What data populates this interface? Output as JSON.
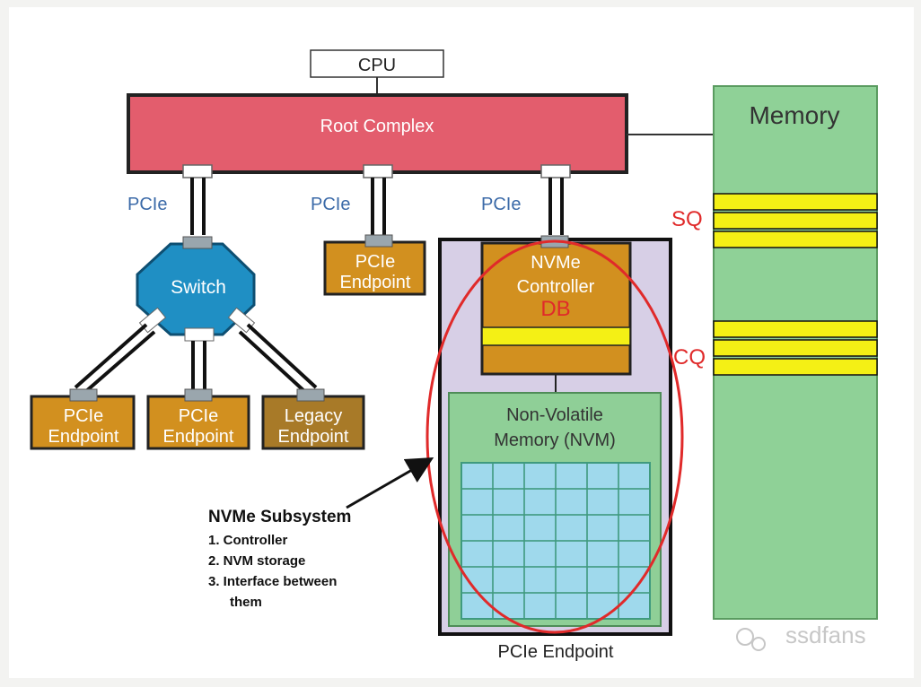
{
  "cpu": "CPU",
  "root_complex": "Root Complex",
  "memory": {
    "title": "Memory",
    "sq_label": "SQ",
    "cq_label": "CQ"
  },
  "links": {
    "left": "PCIe",
    "middle": "PCIe",
    "right": "PCIe"
  },
  "switch": "Switch",
  "endpoint_mid": {
    "line1": "PCIe",
    "line2": "Endpoint"
  },
  "endpoints_bottom": [
    {
      "line1": "PCIe",
      "line2": "Endpoint"
    },
    {
      "line1": "PCIe",
      "line2": "Endpoint"
    },
    {
      "line1": "Legacy",
      "line2": "Endpoint"
    }
  ],
  "nvme_controller": {
    "line1": "NVMe",
    "line2": "Controller",
    "db_label": "DB"
  },
  "nvm": {
    "line1": "Non-Volatile",
    "line2": "Memory (NVM)"
  },
  "pcie_endpoint_label": "PCIe Endpoint",
  "subsystem_note": {
    "title": "NVMe Subsystem",
    "items": [
      "1. Controller",
      "2. NVM storage",
      "3. Interface between",
      "them"
    ]
  },
  "watermark": "ssdfans",
  "colors": {
    "root_complex": "#e35d6d",
    "memory": "#8fd197",
    "queue": "#f4f015",
    "switch": "#1f8fc4",
    "endpoint": "#d2901f",
    "legacy_endpoint": "#a87a28",
    "subsystem_bg": "#d7cfe6",
    "nvm_bg": "#8fcf97",
    "nvm_cell": "#9fd9ec",
    "highlight": "#e02a2a"
  }
}
